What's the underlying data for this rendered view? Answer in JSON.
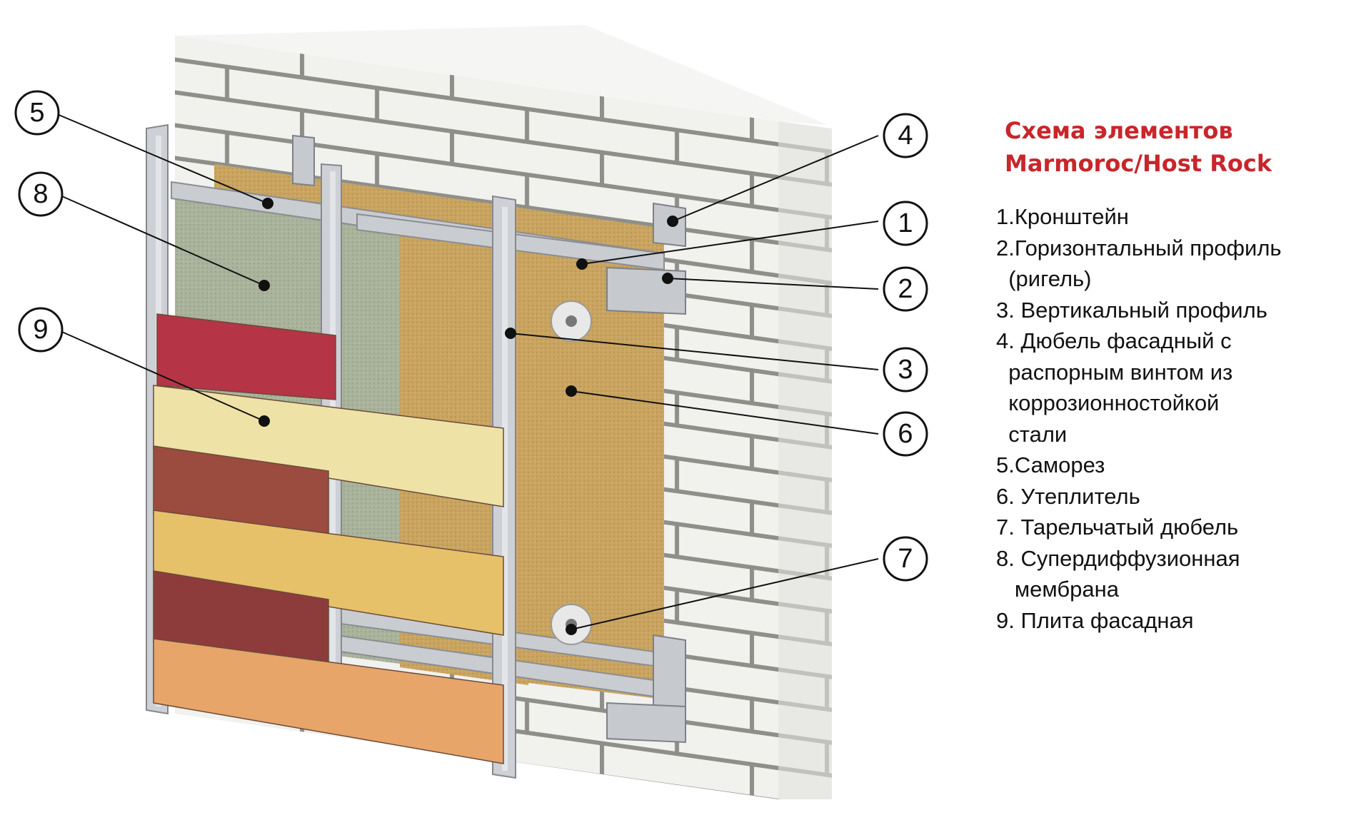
{
  "legend": {
    "title_line1": "Схема элементов",
    "title_line2": "Marmoroc/Host Rock",
    "items": [
      "1.Кронштейн",
      "2.Горизонтальный профиль",
      "  (ригель)",
      "3. Вертикальный профиль",
      "4. Дюбель фасадный с",
      "  распорным винтом из",
      "  коррозионностойкой",
      "  стали",
      "5.Саморез",
      "6. Утеплитель",
      "7. Тарельчатый дюбель",
      "8. Супердиффузионная",
      "   мембрана",
      "9. Плита фасадная"
    ]
  },
  "callouts": [
    "5",
    "8",
    "9",
    "4",
    "1",
    "2",
    "3",
    "6",
    "7"
  ],
  "colors": {
    "title_red": "#c8262b",
    "brick": "#efefec",
    "mortar": "#8f8f8a",
    "wool": "#c9a460",
    "membrane": "#a9b29a",
    "metal": "#c9ccd0",
    "panel_red": "#b53445",
    "panel_cream": "#efe2a6",
    "panel_brown": "#9c4b3f",
    "panel_yellow": "#e7c06a",
    "panel_maroon": "#8e3b3b",
    "panel_orange": "#e7a56a"
  }
}
